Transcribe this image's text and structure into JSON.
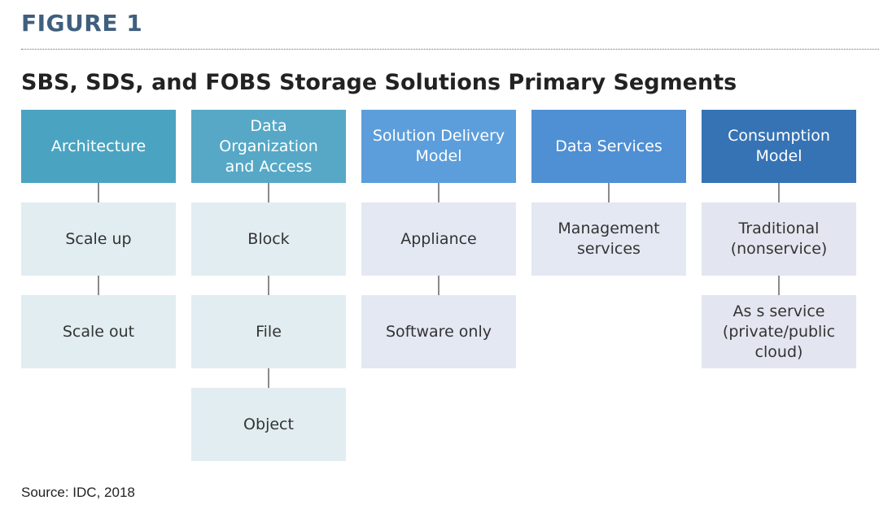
{
  "figure_label": "FIGURE 1",
  "title": "SBS, SDS, and FOBS Storage Solutions Primary Segments",
  "source": "Source: IDC, 2018",
  "colors": {
    "header_teal": "#4aa4c1",
    "header_teal2": "#56a8c6",
    "header_sky": "#5c9edb",
    "header_blue": "#4f8fd3",
    "header_navy": "#3673b4",
    "item_teal_bg": "#e1edf1",
    "item_blue_bg": "#e3e8f3",
    "connector": "#8a8a8a"
  },
  "columns": [
    {
      "header": "Architecture",
      "header_color": "#4aa4c1",
      "item_bg": "#e1edf1",
      "items": [
        "Scale up",
        "Scale out"
      ]
    },
    {
      "header": "Data\nOrganization\nand Access",
      "header_color": "#56a8c6",
      "item_bg": "#e1edf1",
      "items": [
        "Block",
        "File",
        "Object"
      ]
    },
    {
      "header": "Solution Delivery\nModel",
      "header_color": "#5c9edb",
      "item_bg": "#e3e8f3",
      "items": [
        "Appliance",
        "Software only"
      ]
    },
    {
      "header": "Data Services",
      "header_color": "#4f8fd3",
      "item_bg": "#e3e8f3",
      "items": [
        "Management\nservices"
      ]
    },
    {
      "header": "Consumption\nModel",
      "header_color": "#3673b4",
      "item_bg": "#e3e6f0",
      "items": [
        "Traditional\n(nonservice)",
        "As s service\n(private/public\ncloud)"
      ]
    }
  ]
}
